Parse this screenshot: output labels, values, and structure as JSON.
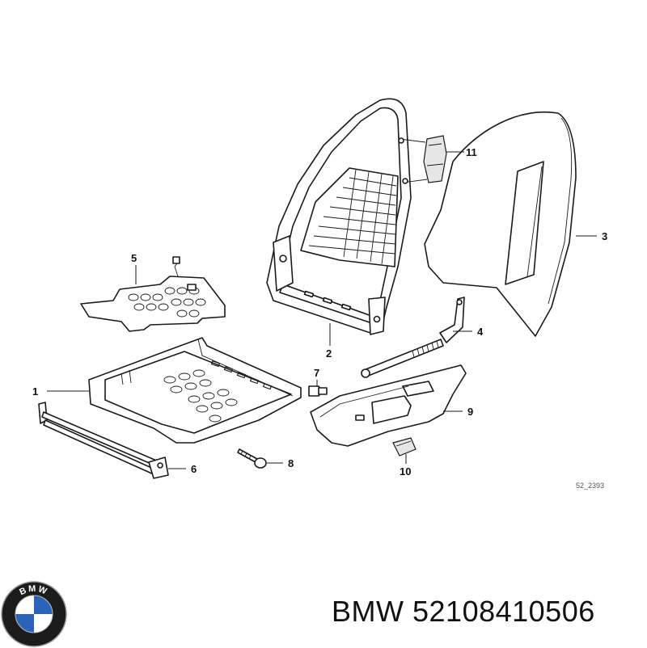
{
  "diagram": {
    "callouts": {
      "c1": "1",
      "c2": "2",
      "c3": "3",
      "c4": "4",
      "c5": "5",
      "c6": "6",
      "c7": "7",
      "c8": "8",
      "c9": "9",
      "c10": "10",
      "c11": "11"
    },
    "drawing_ref": "52_2393"
  },
  "footer": {
    "brand": "BMW",
    "part_number": "52108410506"
  },
  "logo": {
    "text": "BMW",
    "colors": {
      "ring": "#1c1c1c",
      "blue": "#2a63b8",
      "white": "#ffffff"
    }
  }
}
